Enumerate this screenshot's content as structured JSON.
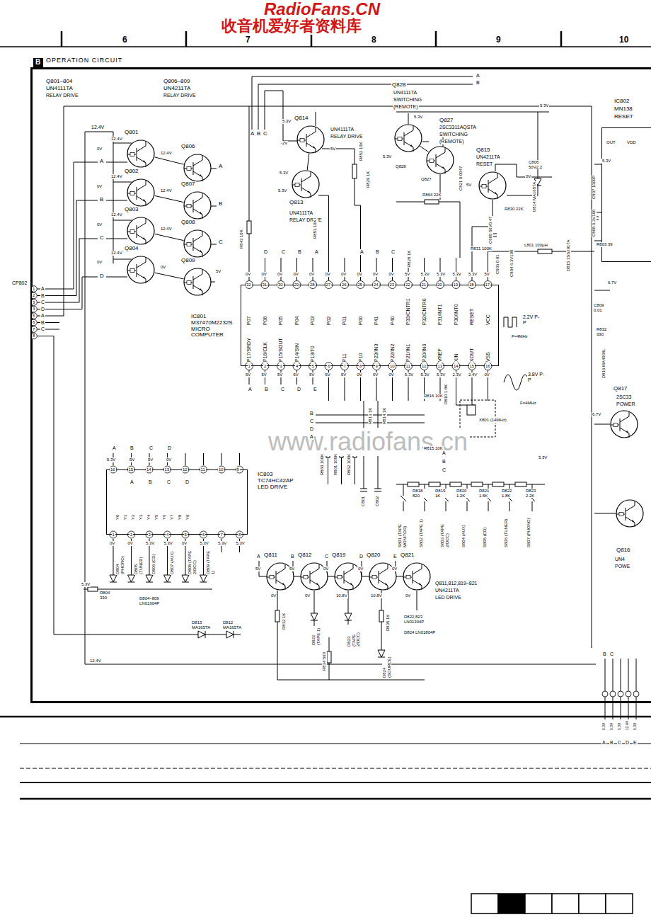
{
  "diagram": {
    "nodes": [
      {
        "text": [
          "OPERATION CIRCUIT"
        ]
      },
      {
        "text": [
          "B"
        ]
      },
      {
        "text": [
          "IC801 M37470M2232S MICRO COMPUTER"
        ],
        "in": 0
      },
      {
        "text": [
          "IC803 TC74HC42AP LED DRIVE"
        ],
        "in": 0
      },
      {
        "text": [
          "IC802",
          "MN138",
          "RESET"
        ],
        "in": 0
      },
      {
        "text": [
          "Q801"
        ],
        "in": 0
      },
      {
        "text": [
          "Q802"
        ],
        "in": 0
      },
      {
        "text": [
          "Q803"
        ],
        "in": 0
      },
      {
        "text": [
          "Q804"
        ],
        "in": 0
      },
      {
        "text": [
          "Q806"
        ],
        "in": 0
      },
      {
        "text": [
          "Q807"
        ],
        "in": 0
      },
      {
        "text": [
          "Q808"
        ],
        "in": 0
      },
      {
        "text": [
          "Q809"
        ],
        "in": 0
      },
      {
        "text": [
          "Q814"
        ],
        "in": 0
      },
      {
        "text": [
          "Q813"
        ],
        "in": 0
      },
      {
        "text": [
          "Q828"
        ],
        "in": 0
      },
      {
        "text": [
          "Q827"
        ],
        "in": 0
      },
      {
        "text": [
          "Q815"
        ],
        "in": 0
      },
      {
        "text": [
          "Q811"
        ],
        "in": 0
      },
      {
        "text": [
          "Q812"
        ],
        "in": 0
      },
      {
        "text": [
          "Q819"
        ],
        "in": 0
      },
      {
        "text": [
          "Q820"
        ],
        "in": 0
      },
      {
        "text": [
          "Q821"
        ],
        "in": 0
      },
      {
        "text": [
          "Q817"
        ],
        "in": 0
      },
      {
        "text": [
          "Q816"
        ],
        "in": 0
      }
    ],
    "edges": [
      {
        "from": 5,
        "to": 9,
        "arrow": "none"
      },
      {
        "from": 6,
        "to": 10,
        "arrow": "none"
      },
      {
        "from": 7,
        "to": 11,
        "arrow": "none"
      },
      {
        "from": 8,
        "to": 12,
        "arrow": "none"
      },
      {
        "from": 13,
        "to": 14,
        "arrow": "none"
      },
      {
        "from": 15,
        "to": 16,
        "arrow": "none"
      }
    ],
    "labels": [
      "6",
      "7",
      "8",
      "9",
      "10",
      "RadioFans.CN",
      "收音机爱好者资料库",
      "www.radiofans.cn",
      "Q801–804",
      "UN4111TA",
      "RELAY DRIVE",
      "Q806–809",
      "UN4211TA",
      "RELAY DRIVE",
      "12.4V",
      "12.4V",
      "12.4V",
      "12.4V",
      "12.4V",
      "12.4V",
      "12.4V",
      "12.4V",
      "0V",
      "0V",
      "0V",
      "0V",
      "0V",
      "A",
      "B",
      "C",
      "D",
      "A",
      "B",
      "C",
      "5V",
      "CP802",
      "1",
      "2",
      "3",
      "4",
      "5",
      "6",
      "7",
      "8",
      "A",
      "B",
      "C",
      "D",
      "A",
      "B",
      "C",
      "A",
      "B",
      "C",
      "UN4111TA",
      "RELAY DRIVE",
      "5.3V",
      "-2V",
      "5V",
      "R852 10K",
      "5.3V",
      "5.3V",
      "UN4111TA",
      "RELAY DRIVE",
      "R843 10K",
      "R853 10K",
      "R829 1K",
      "Q828",
      "UN4111TA",
      "SWITCHING",
      "(REMOTE)",
      "A",
      "B",
      "5.3V",
      "5.3V",
      "5.3V",
      "2SC3311AQSTA",
      "SWITCHING",
      "(REMOTE)",
      "C821 0.0047",
      "Q827",
      "UN4211TA",
      "RESET",
      "5V",
      "0V",
      "C806 50V2.2",
      "D814 MA165TA",
      "R830 22K",
      "C805 50V0.47",
      "R864 22K",
      "R828 1K",
      "R831 100K",
      "C803 0.01",
      "C804 6.3V100",
      "L801 100μH",
      "D815 1SS291TA",
      "R803 39",
      "C807 1000P",
      "C808 6.3V100",
      "OUT",
      "VDD",
      "5.3V",
      "D",
      "C",
      "B",
      "A",
      "A",
      "B",
      "C",
      "P07",
      "P06",
      "P05",
      "P04",
      "P03",
      "P02",
      "P01",
      "P00",
      "P41",
      "P40",
      "P33/CNTR1",
      "P32/CNTR0",
      "P31/INT1",
      "P30/INT0",
      "RESET",
      "VCC",
      "32",
      "31",
      "30",
      "29",
      "28",
      "27",
      "26",
      "25",
      "24",
      "23",
      "22",
      "21",
      "20",
      "19",
      "18",
      "17",
      "0V",
      "0V",
      "0V",
      "0V",
      "0V",
      "0V",
      "0V",
      "0V",
      "0V",
      "0V",
      "5V",
      "5.3V",
      "5.3V",
      "5.3V",
      "5.3V",
      "5V",
      "P17/SRDY",
      "P16/CLK",
      "P15/SOUT",
      "P14/SIN",
      "P13/T0",
      "P11",
      "P10",
      "P23/IN3",
      "P22/IN2",
      "P21/IN1",
      "P20/IN0",
      "VREF",
      "XIN",
      "XOUT",
      "VSS",
      "1",
      "2",
      "3",
      "4",
      "5",
      "6",
      "7",
      "8",
      "9",
      "10",
      "11",
      "12",
      "13",
      "14",
      "15",
      "16",
      "5V",
      "5V",
      "5V",
      "5V",
      "5V",
      "5V",
      "5V",
      "0V",
      "0V",
      "0V",
      "5.3V",
      "5.3V",
      "5.3V",
      "2.3V",
      "2.4V",
      "0V",
      "A",
      "B",
      "C",
      "D",
      "E",
      "R813 1K",
      "R814 1K",
      "R816 10K",
      "R810 1.8K",
      "X801 (14MHz)",
      "R815 10K",
      "2.2V P-P",
      "F=4MHz",
      "3.8V P-P",
      "F=4MHz",
      "B",
      "C",
      "D",
      "A",
      "R860 100K",
      "R861 100K",
      "R862 100K",
      "A",
      "B",
      "C",
      "5.3V",
      "C801",
      "C802",
      "R818 820",
      "R819 1K",
      "R820 1.2K",
      "R821 1.5K",
      "R822 1.8K",
      "R823 2.2K",
      "S801 (TAPE MONITOR)",
      "S802 (TAPE 1)",
      "S803 (TAPE 2/DCC)",
      "S804 (AUX)",
      "S805 (CD)",
      "S806 (TUNER)",
      "S807 (PHONO)",
      "A",
      "B",
      "C",
      "D",
      "5.3V",
      "5V",
      "5V",
      "0V",
      "16",
      "15",
      "14",
      "13",
      "12",
      "11",
      "10",
      "9",
      "A",
      "B",
      "C",
      "D",
      "Y0",
      "Y1",
      "Y2",
      "Y3",
      "Y4",
      "Y5",
      "Y6",
      "Y7",
      "Y8",
      "Y9",
      "1",
      "2",
      "3",
      "4",
      "5",
      "6",
      "7",
      "8",
      "0V",
      "0V",
      "5.3V",
      "5.3V",
      "0V",
      "5.3V",
      "5.3V",
      "5.3V",
      "D804 (PHONO)",
      "D805 (TUNER)",
      "D806 (CD)",
      "D807 (AUX)",
      "D808 (TAPE 2/DCC)",
      "D809 (TAPE 1)",
      "5.3V",
      "R804 330",
      "D804–809 LN01304P",
      "D813 MA165TA",
      "D812 MA165TA",
      "12.4V",
      "A",
      "B",
      "C",
      "D",
      "E",
      "Q811,812,819–821",
      "UN4211TA",
      "LED DRIVE",
      "5V",
      "5V",
      "0V",
      "0V",
      "0V",
      "0V",
      "0V",
      "10.8V",
      "10.8V",
      "0V",
      "R812 1K",
      "R834 560",
      "R835 1K",
      "D822 (TAPE 1)",
      "D823 (TAPE 2/DCC)",
      "D824 (SOURCE)",
      "D822,823 LN01304P",
      "D824 LN01804P",
      "6.7V",
      "C809 0.01",
      "R832 330",
      "D816 MA4068L",
      "2SC33",
      "POWER",
      "UN4",
      "POWE",
      "6.7V",
      "B",
      "C",
      "A",
      "B",
      "C",
      "D",
      "E",
      "5.3V",
      "5.3V",
      "5.3V",
      "12.4V",
      "5.3V"
    ]
  }
}
